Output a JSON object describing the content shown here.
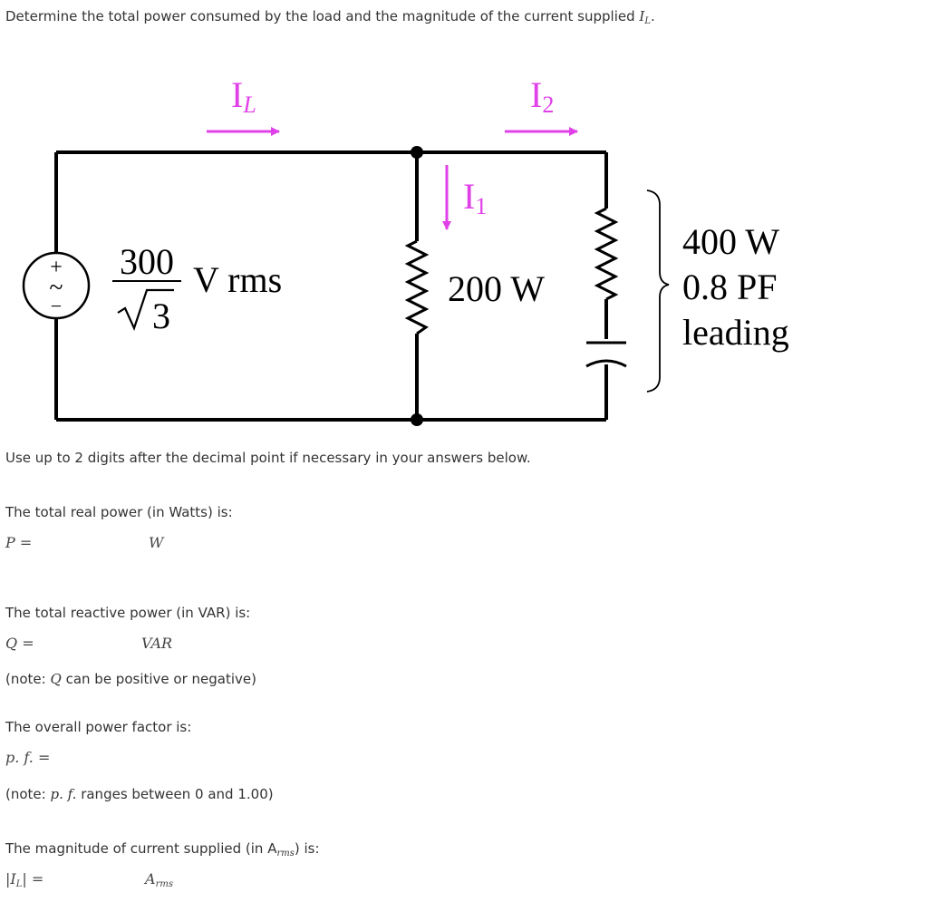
{
  "question": {
    "prompt": "Determine the total power consumed by the load and the magnitude of the current supplied",
    "prompt_var": "I",
    "prompt_var_sub": "L",
    "prompt_end": "."
  },
  "circuit": {
    "current_labels": {
      "il_main": "I",
      "il_sub": "L",
      "i1_main": "I",
      "i1_sub": "1",
      "i2_main": "I",
      "i2_sub": "2"
    },
    "source": {
      "plus": "+",
      "minus": "−",
      "tilde": "~",
      "numerator": "300",
      "denominator": "3",
      "unit": "V rms"
    },
    "load1": {
      "power": "200 W"
    },
    "load2": {
      "power": "400 W",
      "pf": "0.8 PF",
      "type": "leading"
    },
    "colors": {
      "wire": "#000000",
      "arrow": "#e040e8"
    }
  },
  "instructions": "Use up to 2 digits after the decimal point if necessary in your answers below.",
  "answers": {
    "real_power": {
      "label": "The total real power (in Watts) is:",
      "var": "P =",
      "unit": "W",
      "value": ""
    },
    "reactive_power": {
      "label": "The total reactive power (in VAR) is:",
      "var": "Q =",
      "unit": "VAR",
      "value": "",
      "note_pre": "(note:",
      "note_var": "Q",
      "note_post": "can be positive or negative)"
    },
    "power_factor": {
      "label": "The overall power factor is:",
      "var": "p. f. =",
      "value": "",
      "note_pre": "(note:",
      "note_var": "p. f.",
      "note_post": "ranges between 0 and 1.00)"
    },
    "current": {
      "label_pre": "The magnitude of current supplied (in A",
      "label_sub": "rms",
      "label_post": ") is:",
      "var_bar": "|",
      "var_main": "I",
      "var_sub": "L",
      "var_end": "| =",
      "unit": "A",
      "unit_sub": "rms",
      "value": ""
    }
  }
}
